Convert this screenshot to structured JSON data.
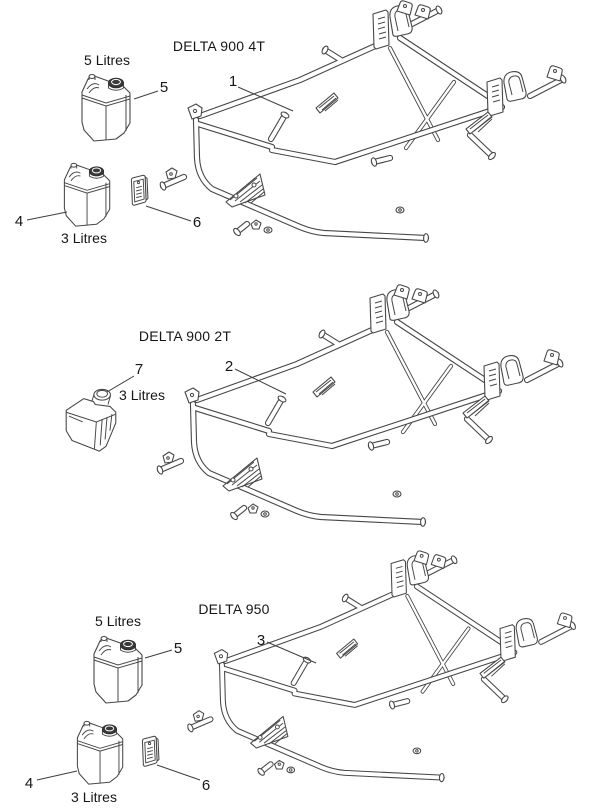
{
  "page": {
    "background": "#ffffff",
    "line_color": "#474747",
    "text_color": "#161616",
    "cap_color": "#3a3a3a"
  },
  "sections": [
    {
      "title": "DELTA 900 4T",
      "labels": {
        "tank5": "5 Litres",
        "tank3": "3 Litres"
      },
      "callouts": {
        "chassis": "1",
        "tank5": "5",
        "tank3": "4",
        "plate": "6"
      }
    },
    {
      "title": "DELTA 900 2T",
      "labels": {
        "tank3": "3 Litres"
      },
      "callouts": {
        "chassis": "2",
        "tank3": "7"
      }
    },
    {
      "title": "DELTA 950",
      "labels": {
        "tank5": "5 Litres",
        "tank3": "3 Litres"
      },
      "callouts": {
        "chassis": "3",
        "tank5": "5",
        "tank3": "4",
        "plate": "6"
      }
    }
  ]
}
